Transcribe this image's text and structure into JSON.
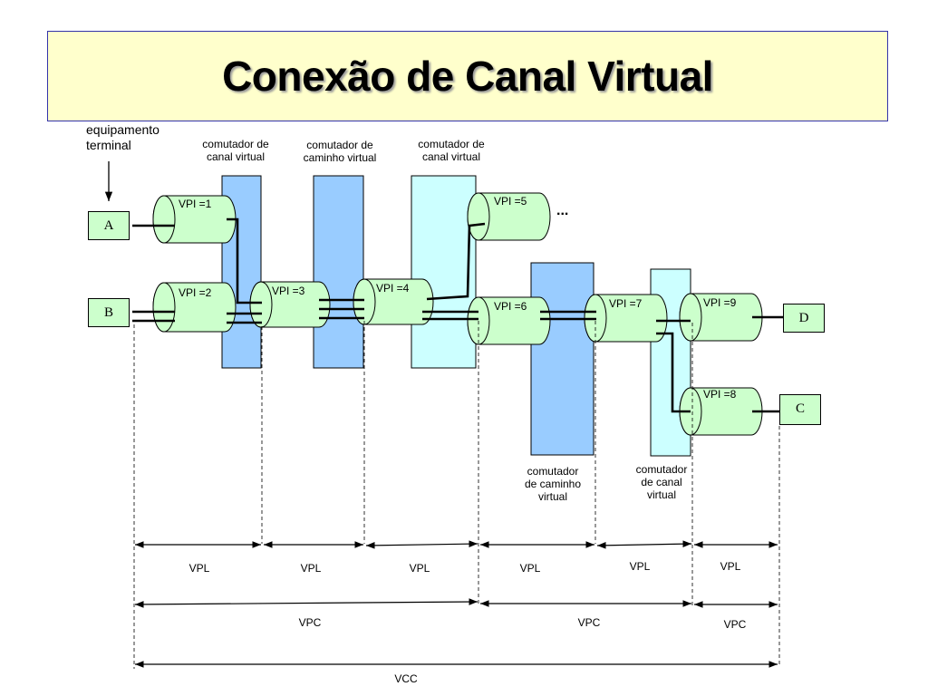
{
  "title": "Conexão de Canal Virtual",
  "terminal_label": "equipamento terminal",
  "terminal_label_lines": [
    "equipamento",
    "terminal"
  ],
  "terminals": {
    "A": "A",
    "B": "B",
    "C": "C",
    "D": "D"
  },
  "switch_labels": {
    "vc1": [
      "comutador de",
      "canal virtual"
    ],
    "vp1": [
      "comutador de",
      "caminho virtual"
    ],
    "vc2": [
      "comutador de",
      "canal virtual"
    ],
    "vp2": [
      "comutador",
      "de caminho",
      "virtual"
    ],
    "vc3": [
      "comutador",
      "de canal",
      "virtual"
    ]
  },
  "vpi": {
    "v1": "VPI =1",
    "v2": "VPI =2",
    "v3": "VPI =3",
    "v4": "VPI =4",
    "v5": "VPI =5",
    "v6": "VPI =6",
    "v7": "VPI =7",
    "v8": "VPI =8",
    "v9": "VPI =9"
  },
  "ellipsis": "...",
  "vpl_labels": [
    "VPL",
    "VPL",
    "VPL",
    "VPL",
    "VPL",
    "VPL"
  ],
  "vpc_labels": [
    "VPC",
    "VPC",
    "VPC"
  ],
  "vcc_label": "VCC",
  "colors": {
    "title_bg": "#ffffcc",
    "vp_switch": "#99ccff",
    "vc_switch": "#ccffff",
    "cylinder": "#ccffcc",
    "terminal_bg": "#ccffcc"
  }
}
